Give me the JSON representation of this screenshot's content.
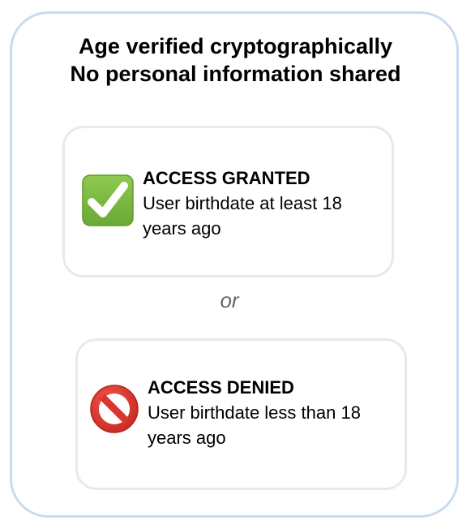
{
  "headline": {
    "line1": "Age verified cryptographically",
    "line2": "No personal information shared"
  },
  "granted": {
    "icon": "check-mark-button-icon",
    "title": "ACCESS GRANTED",
    "description": "User birthdate at least 18 years ago",
    "color": "#7dbb42"
  },
  "separator": "or",
  "denied": {
    "icon": "prohibited-icon",
    "title": "ACCESS DENIED",
    "description": "User birthdate less than 18 years ago",
    "color": "#e0312b"
  },
  "colors": {
    "frame_border": "#c9dbef",
    "card_border": "#e9e9e9",
    "or_text": "#666666"
  }
}
